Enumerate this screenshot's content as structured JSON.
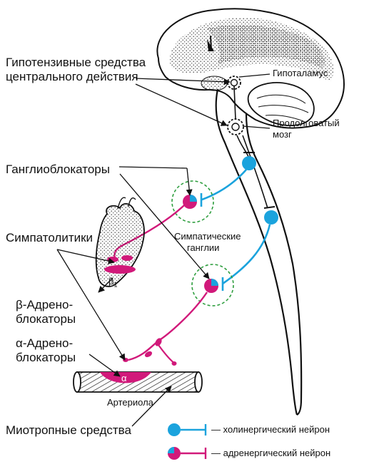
{
  "labels": {
    "central_antihypertensives_line1": "Гипотензивные средства",
    "central_antihypertensives_line2": "центрального действия",
    "hypothalamus": "Гипоталамус",
    "medulla_line1": "Продолговатый",
    "medulla_line2": "мозг",
    "ganglion_blockers": "Ганглиоблокаторы",
    "sympatholytics": "Симпатолитики",
    "sympathetic_ganglia_line1": "Симпатические",
    "sympathetic_ganglia_line2": "ганглии",
    "beta_blockers_line1": "β-Адрено-",
    "beta_blockers_line2": "блокаторы",
    "alpha_blockers_line1": "α-Адрено-",
    "alpha_blockers_line2": "блокаторы",
    "arteriole": "Артериола",
    "myotropic": "Миотропные средства",
    "beta1": "β",
    "beta1_sub": "1",
    "alpha": "α"
  },
  "legend": {
    "cholinergic": "— холинергический нейрон",
    "adrenergic": "— адренергический нейрон"
  },
  "colors": {
    "cholinergic": "#1ba3dd",
    "adrenergic": "#d1197a",
    "ganglion_ring": "#2e9e3e",
    "ink": "#111111"
  }
}
